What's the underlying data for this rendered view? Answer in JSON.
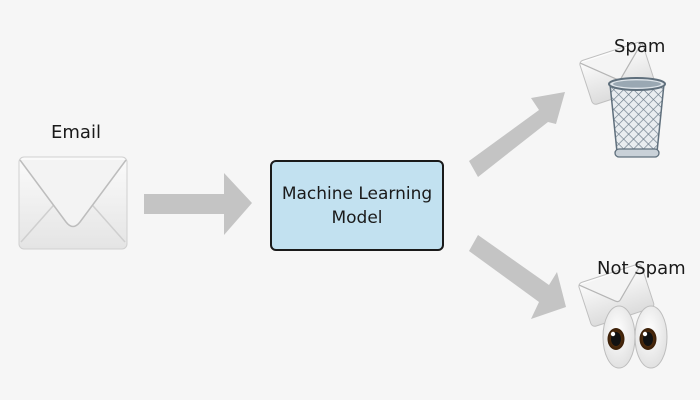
{
  "diagram": {
    "input_label": "Email",
    "model_label": "Machine Learning Model",
    "outputs": [
      {
        "label": "Spam",
        "icon": "wastebasket-icon"
      },
      {
        "label": "Not Spam",
        "icon": "eyes-icon"
      }
    ],
    "input_icon": "envelope-icon",
    "colors": {
      "background": "#f6f6f6",
      "model_fill": "#c2e1f0",
      "model_border": "#1a1a1a",
      "arrow": "#c4c4c4"
    }
  }
}
